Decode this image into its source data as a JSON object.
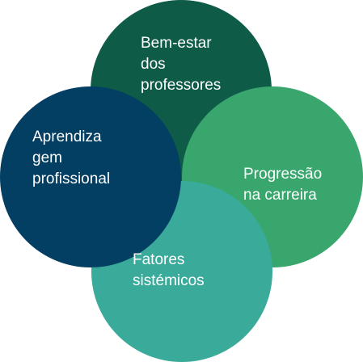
{
  "circles": [
    {
      "id": "bem-estar",
      "label": "Bem-estar\ndos\nprofessores",
      "color": "#0e5b48"
    },
    {
      "id": "progressao",
      "label": "Progressão\nna carreira",
      "color": "#38a66d"
    },
    {
      "id": "fatores",
      "label": "Fatores\nsistémicos",
      "color": "#3aaa9a"
    },
    {
      "id": "aprendizagem",
      "label": "Aprendiza\ngem\nprofissional",
      "color": "#033f63"
    }
  ]
}
